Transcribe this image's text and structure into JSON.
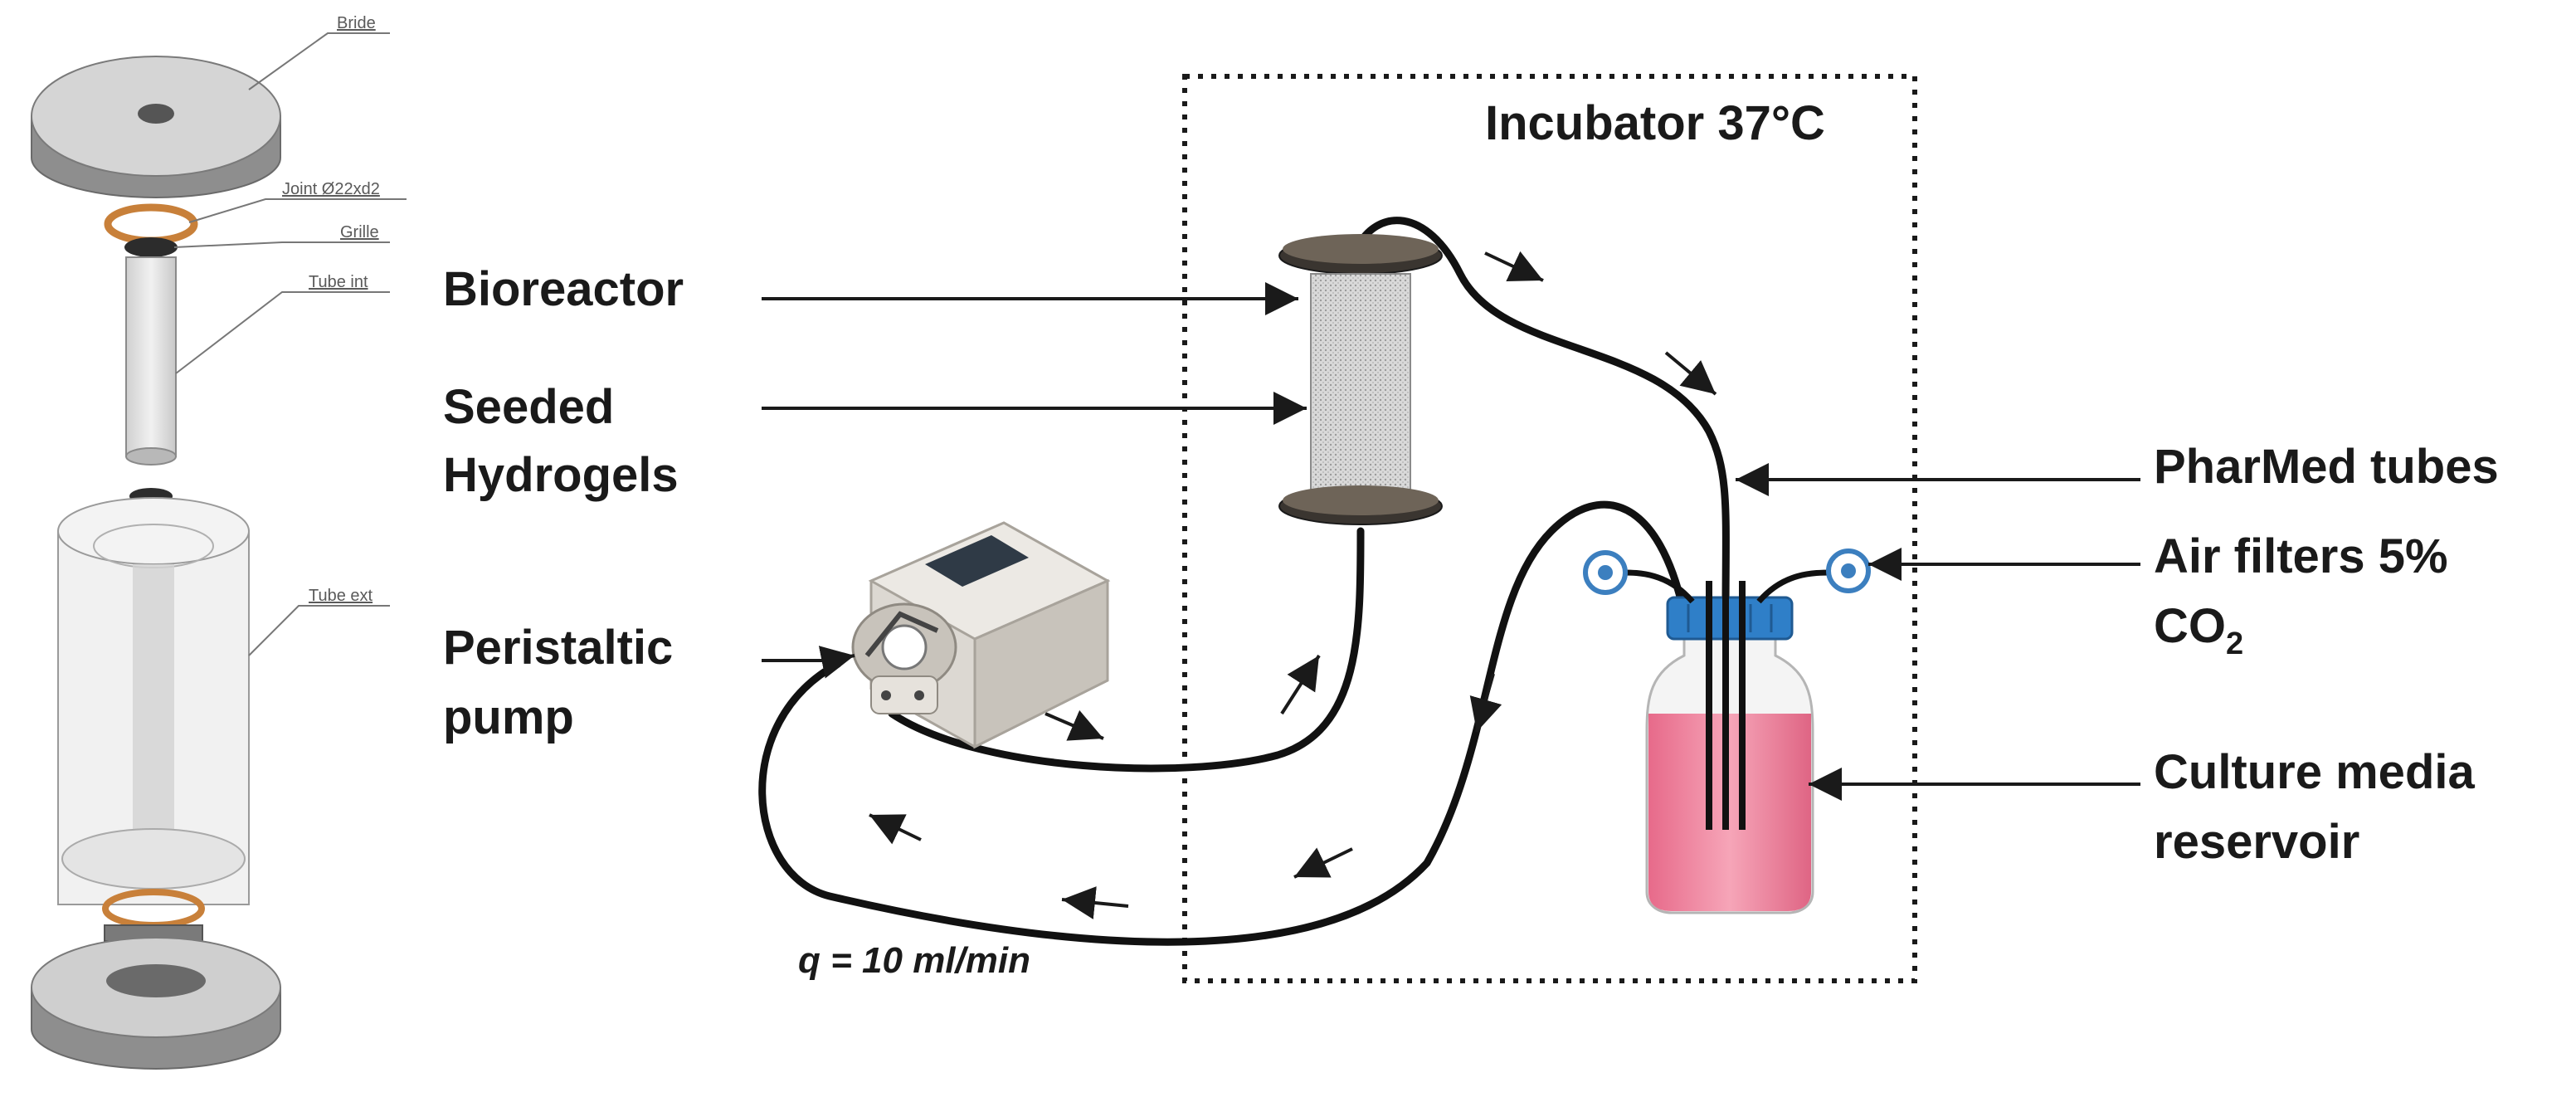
{
  "exploded_view": {
    "parts": {
      "bride": "Bride",
      "joint": "Joint Ø22xd2",
      "grille": "Grille",
      "tube_int": "Tube int",
      "tube_ext": "Tube ext"
    }
  },
  "setup": {
    "incubator": "Incubator 37°C",
    "labels": {
      "bioreactor": "Bioreactor",
      "seeded_1": "Seeded",
      "seeded_2": "Hydrogels",
      "pump_1": "Peristaltic",
      "pump_2": "pump",
      "tubes": "PharMed tubes",
      "filters_1": "Air filters 5%",
      "filters_2": "CO",
      "filters_sub": "2",
      "reservoir_1": "Culture media",
      "reservoir_2": "reservoir"
    },
    "flow_rate": "q = 10 ml/min"
  },
  "colors": {
    "text": "#1a1a1a",
    "leader": "#555555",
    "metal": "#9a9a9a",
    "oring": "#c8803a",
    "media": "#ea7f99",
    "cap": "#2f7fc8",
    "screen": "#2f3a46"
  }
}
